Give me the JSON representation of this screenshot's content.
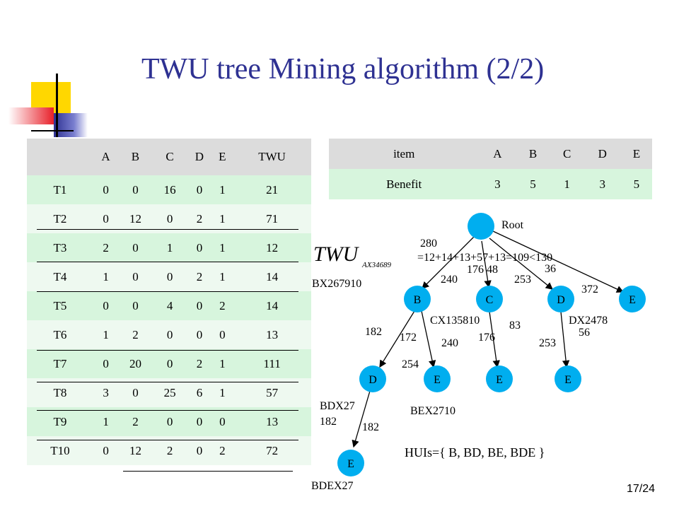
{
  "title": "TWU tree Mining algorithm (2/2)",
  "page_number": "17/24",
  "transactions": {
    "headers": [
      "",
      "A",
      "B",
      "C",
      "D",
      "E",
      "TWU"
    ],
    "rows": [
      [
        "T1",
        "0",
        "0",
        "16",
        "0",
        "1",
        "21"
      ],
      [
        "T2",
        "0",
        "12",
        "0",
        "2",
        "1",
        "71"
      ],
      [
        "T3",
        "2",
        "0",
        "1",
        "0",
        "1",
        "12"
      ],
      [
        "T4",
        "1",
        "0",
        "0",
        "2",
        "1",
        "14"
      ],
      [
        "T5",
        "0",
        "0",
        "4",
        "0",
        "2",
        "14"
      ],
      [
        "T6",
        "1",
        "2",
        "0",
        "0",
        "0",
        "13"
      ],
      [
        "T7",
        "0",
        "20",
        "0",
        "2",
        "1",
        "111"
      ],
      [
        "T8",
        "3",
        "0",
        "25",
        "6",
        "1",
        "57"
      ],
      [
        "T9",
        "1",
        "2",
        "0",
        "0",
        "0",
        "13"
      ],
      [
        "T10",
        "0",
        "12",
        "2",
        "0",
        "2",
        "72"
      ]
    ]
  },
  "benefit": {
    "headers": [
      "item",
      "A",
      "B",
      "C",
      "D",
      "E"
    ],
    "row": [
      "Benefit",
      "3",
      "5",
      "1",
      "3",
      "5"
    ]
  },
  "tree": {
    "root_label": "Root",
    "nodes": {
      "B": "B",
      "C": "C",
      "D": "D",
      "E": "E",
      "BD": "D",
      "BE": "E",
      "CE": "E",
      "DE": "E",
      "BDE": "E"
    },
    "edge_labels": {
      "root_b": "280",
      "root_b2": "240",
      "root_c": "176 48",
      "root_d": "253",
      "root_d2": "36",
      "root_e": "372",
      "b_d": "182",
      "b_e": "172",
      "b_e2": "240",
      "b_e3": "254",
      "c_e": "176",
      "c_e2": "83",
      "d_e": "253",
      "d_e2": "56",
      "bd_e": "182",
      "bd_e2": "182"
    },
    "annotations": {
      "bx": "BX267910",
      "cx": "CX135810",
      "dx": "DX2478",
      "bdx": "BDX27",
      "bex": "BEX2710",
      "bdex": "BDEX27"
    }
  },
  "twu_formula": {
    "symbol": "TWU",
    "subscript": "AX34689",
    "equation": "=12+14+13+57+13=109<130"
  },
  "huis": "HUIs={ B,  BD,  BE,  BDE }",
  "colors": {
    "title": "#2e3192",
    "node_fill": "#00aeef",
    "row_green": "#d7f5dd",
    "header_gray": "#dcdcdc",
    "deco_yellow": "#ffd700",
    "deco_blue": "#2e3192",
    "deco_red": "#e8202a"
  }
}
